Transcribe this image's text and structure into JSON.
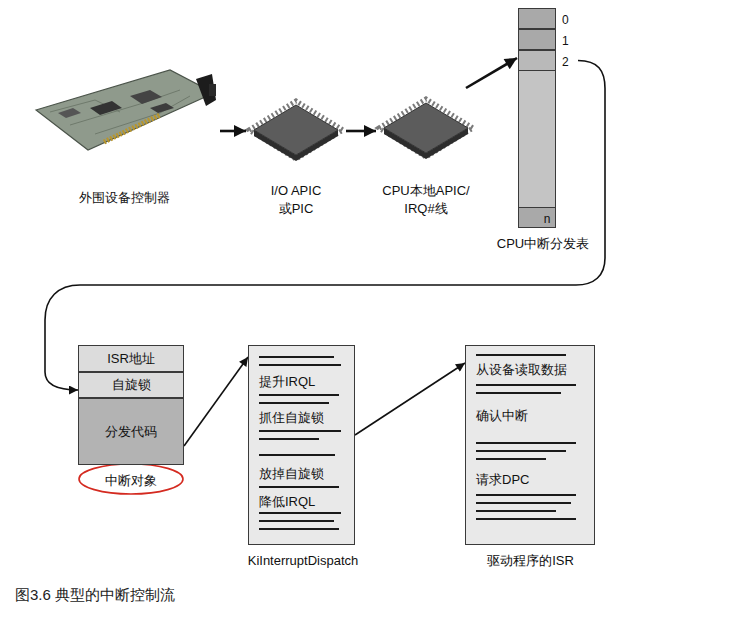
{
  "diagram": {
    "caption": "图3.6 典型的中断控制流",
    "nodes": [
      {
        "text": [
          "外围设备控制器"
        ]
      },
      {
        "text": [
          "I/O APIC 或PIC"
        ]
      },
      {
        "text": [
          "CPU本地APIC/ IRQ#线"
        ]
      },
      {
        "text": [
          "CPU中断分发表"
        ]
      },
      {
        "text": [
          "0"
        ],
        "in": 3
      },
      {
        "text": [
          "1"
        ],
        "in": 3
      },
      {
        "text": [
          "2"
        ],
        "in": 3
      },
      {
        "text": [
          "n"
        ],
        "in": 3
      },
      {
        "text": [
          "中断对象"
        ]
      },
      {
        "text": [
          "ISR地址"
        ],
        "in": 8
      },
      {
        "text": [
          "自旋锁"
        ],
        "in": 8
      },
      {
        "text": [
          "分发代码"
        ],
        "in": 8
      },
      {
        "text": [
          "提升IRQL",
          "抓住自旋锁",
          "放掉自旋锁",
          "降低IRQL",
          "KiInterruptDispatch"
        ]
      },
      {
        "text": [
          "从设备读取数据",
          "确认中断",
          "请求DPC",
          "驱动程序的ISR"
        ]
      }
    ],
    "edges": [
      {
        "from": 0,
        "to": 1,
        "arrow": "to"
      },
      {
        "from": 1,
        "to": 2,
        "arrow": "to"
      },
      {
        "from": 2,
        "to": 3,
        "arrow": "to"
      },
      {
        "from": 6,
        "to": 8,
        "arrow": "to"
      },
      {
        "from": 11,
        "to": 12,
        "arrow": "to"
      },
      {
        "from": 12,
        "to": 13,
        "arrow": "to"
      }
    ]
  }
}
